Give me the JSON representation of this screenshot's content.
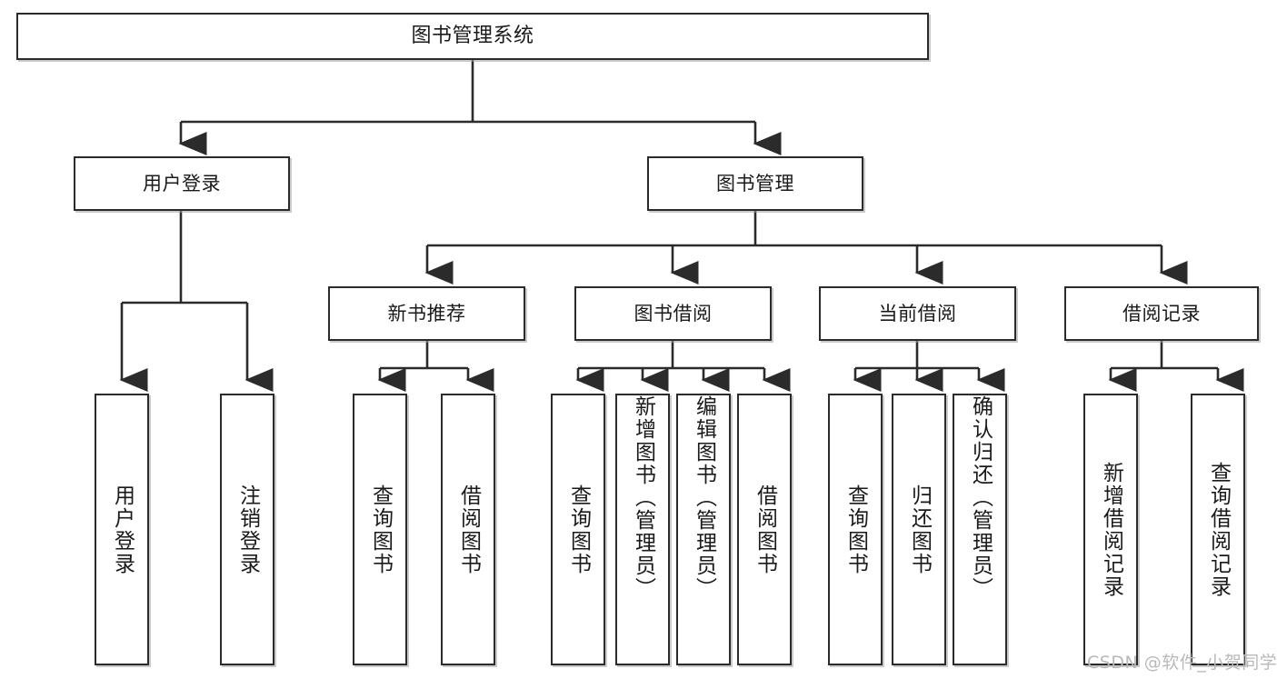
{
  "diagram": {
    "type": "tree-hierarchy",
    "title": "图书管理系统",
    "root": {
      "id": "root",
      "label": "图书管理系统"
    },
    "level1": [
      {
        "id": "user-login",
        "label": "用户登录"
      },
      {
        "id": "book-manage",
        "label": "图书管理"
      }
    ],
    "level2": [
      {
        "id": "new-book-rec",
        "label": "新书推荐",
        "parent": "book-manage"
      },
      {
        "id": "book-borrow",
        "label": "图书借阅",
        "parent": "book-manage"
      },
      {
        "id": "current-borrow",
        "label": "当前借阅",
        "parent": "book-manage"
      },
      {
        "id": "borrow-record",
        "label": "借阅记录",
        "parent": "book-manage"
      }
    ],
    "leaves": [
      {
        "id": "leaf-user-login",
        "label": "用户登录",
        "parent": "user-login"
      },
      {
        "id": "leaf-logout",
        "label": "注销登录",
        "parent": "user-login"
      },
      {
        "id": "leaf-query-book-1",
        "label": "查询图书",
        "parent": "new-book-rec"
      },
      {
        "id": "leaf-borrow-book-1",
        "label": "借阅图书",
        "parent": "new-book-rec"
      },
      {
        "id": "leaf-query-book-2",
        "label": "查询图书",
        "parent": "book-borrow"
      },
      {
        "id": "leaf-add-book",
        "label": "新增图书（管理员）",
        "parent": "book-borrow"
      },
      {
        "id": "leaf-edit-book",
        "label": "编辑图书（管理员）",
        "parent": "book-borrow"
      },
      {
        "id": "leaf-borrow-book-2",
        "label": "借阅图书",
        "parent": "book-borrow"
      },
      {
        "id": "leaf-query-book-3",
        "label": "查询图书",
        "parent": "current-borrow"
      },
      {
        "id": "leaf-return-book",
        "label": "归还图书",
        "parent": "current-borrow"
      },
      {
        "id": "leaf-confirm-return",
        "label": "确认归还（管理员）",
        "parent": "current-borrow"
      },
      {
        "id": "leaf-add-record",
        "label": "新增借阅记录",
        "parent": "borrow-record"
      },
      {
        "id": "leaf-query-record",
        "label": "查询借阅记录",
        "parent": "borrow-record"
      }
    ],
    "watermark": "CSDN @软件_小贺同学",
    "colors": {
      "border": "#2b2b2b",
      "background": "#ffffff",
      "text": "#1a1a1a",
      "connector": "#2b2b2b",
      "watermark": "#b9b9b9"
    }
  }
}
